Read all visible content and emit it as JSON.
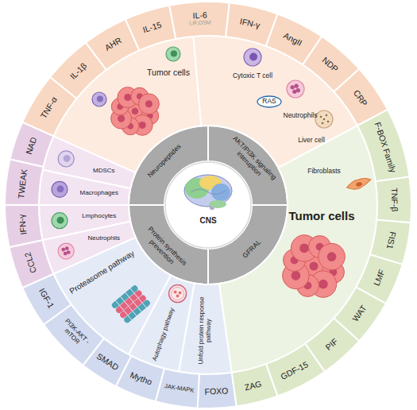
{
  "diagram": {
    "nodes": [
      {
        "text": [
          "CNS"
        ]
      },
      {
        "text": [
          "Neuropeptides"
        ]
      },
      {
        "text": [
          "AKT/PI3K signaling interuption"
        ]
      },
      {
        "text": [
          "GFRAL"
        ]
      },
      {
        "text": [
          "Protein synthesis prevention"
        ]
      },
      {
        "text": [
          "Tumor cells"
        ]
      },
      {
        "text": [
          "Cytoxic T cell",
          "Neutrophils",
          "Liver cell"
        ]
      },
      {
        "text": [
          "RAS"
        ],
        "in": 6
      },
      {
        "text": [
          "Fibroblasts",
          "Tumor cells"
        ]
      },
      {
        "text": [
          "Unfold protein response pathway"
        ]
      },
      {
        "text": [
          "Autophagy pathway"
        ]
      },
      {
        "text": [
          "Proteasome pathway"
        ]
      },
      {
        "text": [
          "MDSCs"
        ]
      },
      {
        "text": [
          "Macrophages"
        ]
      },
      {
        "text": [
          "Lmphocytes"
        ]
      },
      {
        "text": [
          "Neutrophils"
        ]
      },
      {
        "text": [
          "TNF-α"
        ]
      },
      {
        "text": [
          "IL-1β"
        ]
      },
      {
        "text": [
          "AHR"
        ]
      },
      {
        "text": [
          "IL-15"
        ]
      },
      {
        "text": [
          "IL-6",
          "LIF,OSM"
        ]
      },
      {
        "text": [
          "IFN-γ"
        ]
      },
      {
        "text": [
          "AngII"
        ]
      },
      {
        "text": [
          "NDP"
        ]
      },
      {
        "text": [
          "CRP"
        ]
      },
      {
        "text": [
          "F-BOX Family"
        ]
      },
      {
        "text": [
          "TNF-β"
        ]
      },
      {
        "text": [
          "FIS1"
        ]
      },
      {
        "text": [
          "LMF"
        ]
      },
      {
        "text": [
          "WAT"
        ]
      },
      {
        "text": [
          "PIF"
        ]
      },
      {
        "text": [
          "GDF-15"
        ]
      },
      {
        "text": [
          "ZAG"
        ]
      },
      {
        "text": [
          "FOXO"
        ]
      },
      {
        "text": [
          "JAK-MAPK"
        ]
      },
      {
        "text": [
          "Mytho"
        ]
      },
      {
        "text": [
          "SMAD"
        ]
      },
      {
        "text": [
          "PI3K-AKT -mTOR"
        ]
      },
      {
        "text": [
          "IGF-1"
        ]
      },
      {
        "text": [
          "NAD"
        ]
      },
      {
        "text": [
          "TWEAK"
        ]
      },
      {
        "text": [
          "IFN-γ"
        ]
      },
      {
        "text": [
          "CCL2"
        ]
      }
    ]
  }
}
